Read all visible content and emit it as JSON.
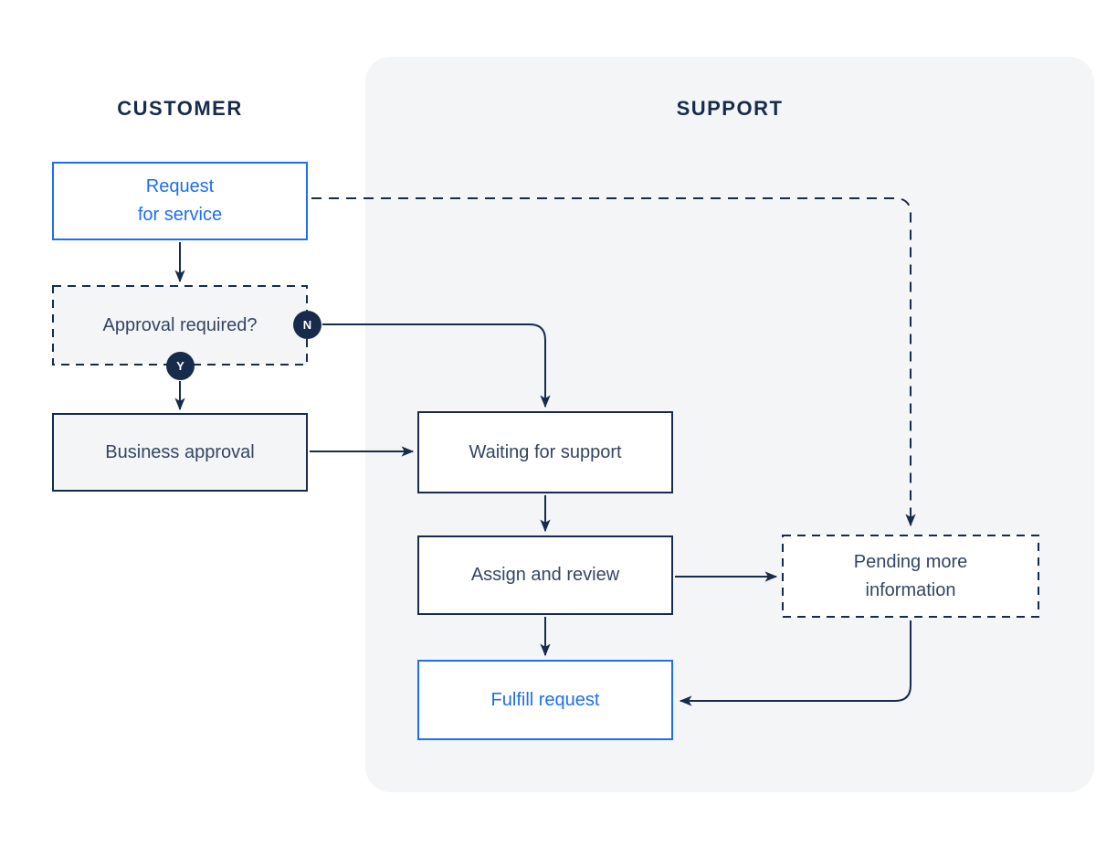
{
  "colors": {
    "navy": "#172B4D",
    "node_text": "#344563",
    "blue": "#1D6EF2",
    "lane_background": "#F4F5F7",
    "node_gray_background": "#F4F5F7",
    "white": "#FFFFFF"
  },
  "lanes": [
    {
      "id": "customer",
      "title": "CUSTOMER"
    },
    {
      "id": "support",
      "title": "SUPPORT"
    }
  ],
  "nodes": [
    {
      "id": "request-for-service",
      "lane": "customer",
      "label": "Request\nfor service",
      "style": "blue-outline"
    },
    {
      "id": "approval-required",
      "lane": "customer",
      "label": "Approval required?",
      "style": "dashed-gray"
    },
    {
      "id": "business-approval",
      "lane": "customer",
      "label": "Business approval",
      "style": "solid-gray"
    },
    {
      "id": "waiting-for-support",
      "lane": "support",
      "label": "Waiting for support",
      "style": "solid-white"
    },
    {
      "id": "assign-and-review",
      "lane": "support",
      "label": "Assign and review",
      "style": "solid-white"
    },
    {
      "id": "fulfill-request",
      "lane": "support",
      "label": "Fulfill request",
      "style": "blue-outline"
    },
    {
      "id": "pending-more-information",
      "lane": "support",
      "label": "Pending more\ninformation",
      "style": "dashed-white"
    }
  ],
  "badges": [
    {
      "id": "no",
      "label": "N"
    },
    {
      "id": "yes",
      "label": "Y"
    }
  ],
  "connectors": [
    {
      "from": "request-for-service",
      "to": "approval-required",
      "line": "solid"
    },
    {
      "from": "approval-required",
      "to": "business-approval",
      "line": "solid",
      "branch": "Y"
    },
    {
      "from": "approval-required",
      "to": "waiting-for-support",
      "line": "solid",
      "branch": "N"
    },
    {
      "from": "business-approval",
      "to": "waiting-for-support",
      "line": "solid"
    },
    {
      "from": "waiting-for-support",
      "to": "assign-and-review",
      "line": "solid"
    },
    {
      "from": "assign-and-review",
      "to": "fulfill-request",
      "line": "solid"
    },
    {
      "from": "assign-and-review",
      "to": "pending-more-information",
      "line": "solid"
    },
    {
      "from": "request-for-service",
      "to": "pending-more-information",
      "line": "dashed"
    },
    {
      "from": "pending-more-information",
      "to": "fulfill-request",
      "line": "solid"
    }
  ]
}
